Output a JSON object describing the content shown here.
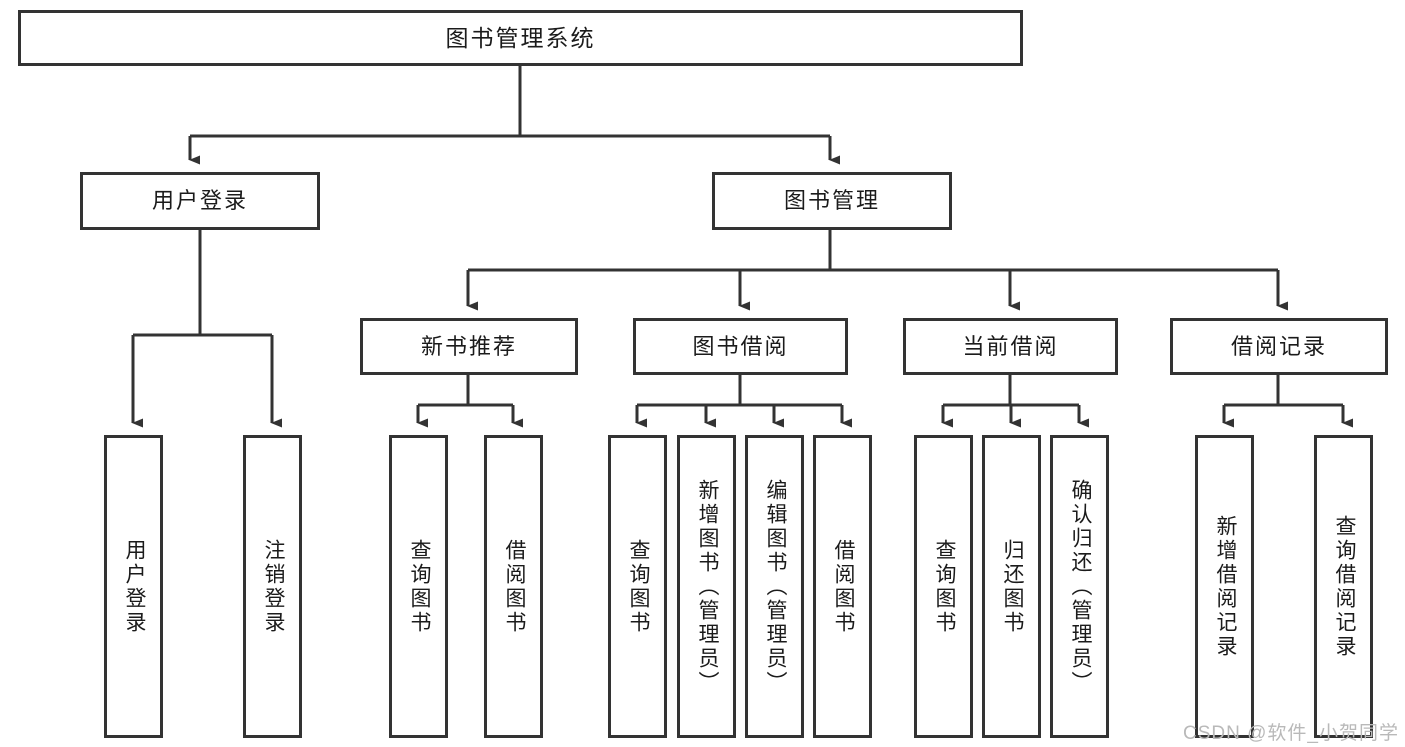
{
  "diagram": {
    "type": "tree-hierarchy",
    "title": "图书管理系统",
    "orientation": "top-down",
    "colors": {
      "box_border": "#333333",
      "box_fill": "#ffffff",
      "connector": "#333333",
      "text": "#1b1b1b",
      "watermark": "#b9b9b9",
      "background": "#ffffff"
    },
    "root": {
      "label": "图书管理系统"
    },
    "level1": [
      {
        "id": "user-login",
        "label": "用户登录"
      },
      {
        "id": "book-manage",
        "label": "图书管理"
      }
    ],
    "level2": [
      {
        "id": "new-book-recommend",
        "label": "新书推荐"
      },
      {
        "id": "book-borrow",
        "label": "图书借阅"
      },
      {
        "id": "current-borrow",
        "label": "当前借阅"
      },
      {
        "id": "borrow-record",
        "label": "借阅记录"
      }
    ],
    "leaves": {
      "user-login": [
        {
          "id": "leaf-user-login",
          "label": "用户登录"
        },
        {
          "id": "leaf-user-logout",
          "label": "注销登录"
        }
      ],
      "new-book-recommend": [
        {
          "id": "leaf-query-book-1",
          "label": "查询图书"
        },
        {
          "id": "leaf-borrow-book-1",
          "label": "借阅图书"
        }
      ],
      "book-borrow": [
        {
          "id": "leaf-query-book-2",
          "label": "查询图书"
        },
        {
          "id": "leaf-add-book",
          "label": "新增图书（管理员）"
        },
        {
          "id": "leaf-edit-book",
          "label": "编辑图书（管理员）"
        },
        {
          "id": "leaf-borrow-book-2",
          "label": "借阅图书"
        }
      ],
      "current-borrow": [
        {
          "id": "leaf-query-book-3",
          "label": "查询图书"
        },
        {
          "id": "leaf-return-book",
          "label": "归还图书"
        },
        {
          "id": "leaf-confirm-return",
          "label": "确认归还（管理员）"
        }
      ],
      "borrow-record": [
        {
          "id": "leaf-add-record",
          "label": "新增借阅记录"
        },
        {
          "id": "leaf-query-record",
          "label": "查询借阅记录"
        }
      ]
    }
  },
  "watermark": {
    "text": "CSDN @软件_小贺同学"
  }
}
